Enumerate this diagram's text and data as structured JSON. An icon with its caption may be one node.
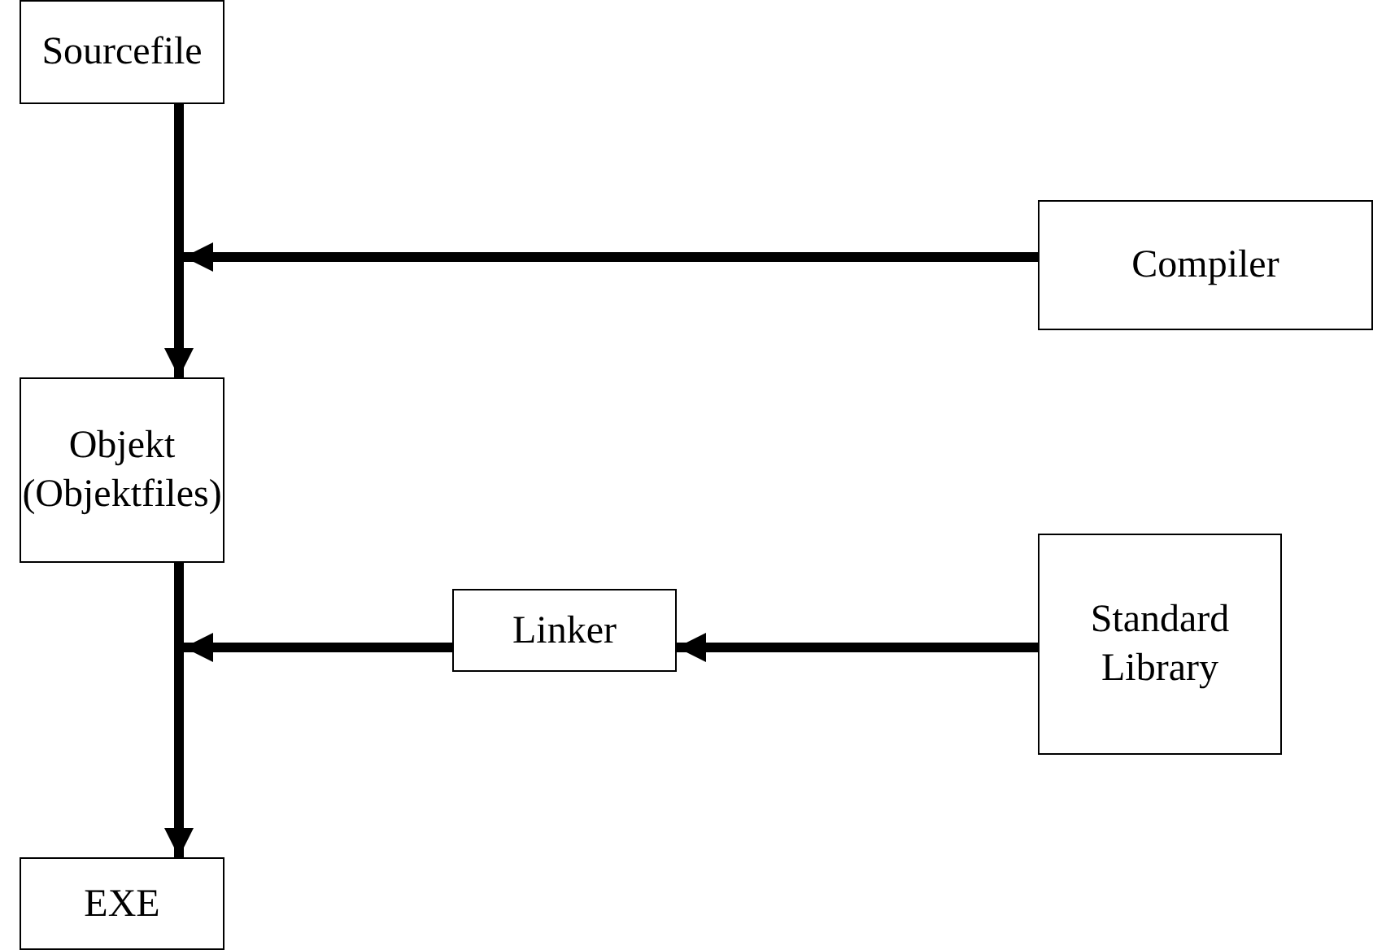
{
  "diagram": {
    "nodes": [
      {
        "text": [
          "Sourcefile"
        ]
      },
      {
        "text": [
          "Compiler"
        ]
      },
      {
        "text": [
          "Objekt (Objektfiles)"
        ]
      },
      {
        "text": [
          "Linker"
        ]
      },
      {
        "text": [
          "Standard Library"
        ]
      },
      {
        "text": [
          "EXE"
        ]
      }
    ],
    "edges": [
      {
        "from": 0,
        "to": 2,
        "arrow": "to"
      },
      {
        "from": 1,
        "to": null,
        "arrow": "to"
      },
      {
        "from": 2,
        "to": 5,
        "arrow": "to"
      },
      {
        "from": 3,
        "to": null,
        "arrow": "to"
      },
      {
        "from": 4,
        "to": 3,
        "arrow": "to"
      }
    ]
  }
}
